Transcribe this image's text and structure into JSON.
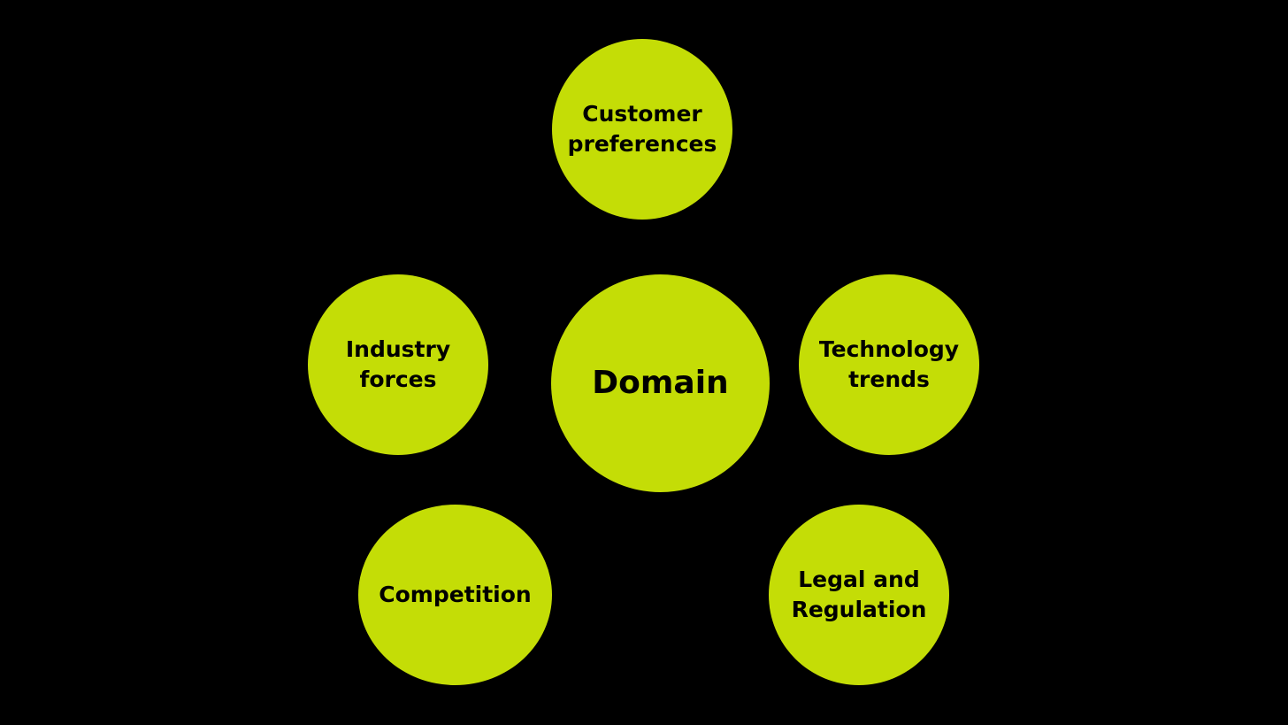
{
  "colors": {
    "background": "#000000",
    "circle_fill": "#c4dd06",
    "text": "#000000"
  },
  "diagram": {
    "center": {
      "label": "Domain"
    },
    "nodes": {
      "customer_preferences": {
        "line1": "Customer",
        "line2": "preferences"
      },
      "industry_forces": {
        "line1": "Industry",
        "line2": "forces"
      },
      "technology_trends": {
        "line1": "Technology",
        "line2": "trends"
      },
      "competition": {
        "line1": "Competition"
      },
      "legal_regulation": {
        "line1": "Legal and",
        "line2": "Regulation"
      }
    }
  }
}
